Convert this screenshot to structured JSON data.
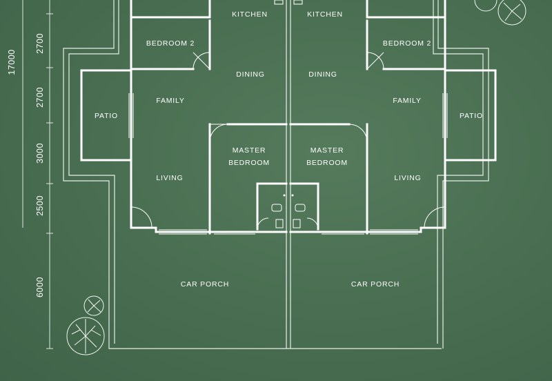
{
  "rooms": {
    "kitchen_left": "KITCHEN",
    "kitchen_right": "KITCHEN",
    "bedroom2_left": "BEDROOM 2",
    "bedroom2_right": "BEDROOM 2",
    "dining_left": "DINING",
    "dining_right": "DINING",
    "family_left": "FAMILY",
    "family_right": "FAMILY",
    "patio_left": "PATIO",
    "patio_right": "PATIO",
    "master_left_line1": "MASTER",
    "master_left_line2": "BEDROOM",
    "master_right_line1": "MASTER",
    "master_right_line2": "BEDROOM",
    "living_left": "LIVING",
    "living_right": "LIVING",
    "carporch_left": "CAR PORCH",
    "carporch_right": "CAR PORCH"
  },
  "dimensions": {
    "total": "17000",
    "seg1": "2700",
    "seg2": "2700",
    "seg3": "3000",
    "seg4": "2500",
    "seg5": "6000"
  },
  "colors": {
    "background": "#4a6f52",
    "lines": "#ffffff"
  }
}
